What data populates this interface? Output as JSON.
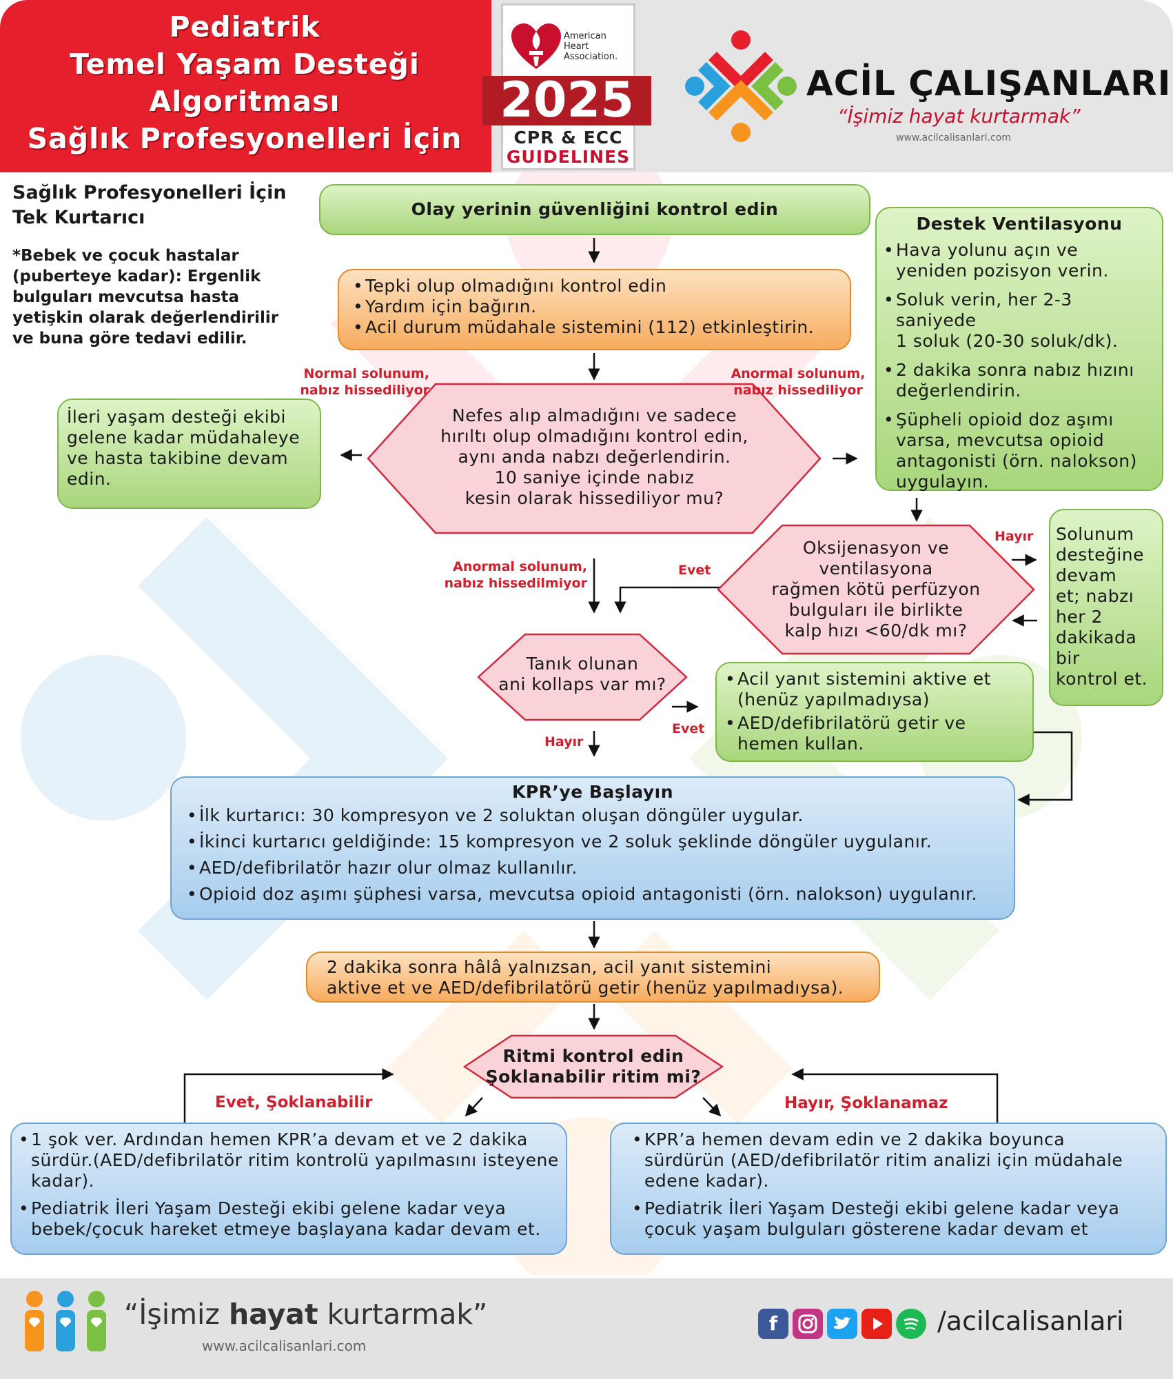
{
  "header": {
    "title_lines": [
      "Pediatrik",
      "Temel Yaşam Desteği",
      "Algoritması",
      "Sağlık Profesyonelleri İçin"
    ],
    "aha": {
      "org_lines": [
        "American",
        "Heart",
        "Association."
      ],
      "year": "2025",
      "sub1": "CPR & ECC",
      "sub2": "GUIDELINES"
    },
    "brand": {
      "name": "ACİL ÇALIŞANLARI",
      "slogan": "“İşimiz hayat kurtarmak”",
      "url": "www.acilcalisanlari.com"
    }
  },
  "intro": {
    "heading_lines": [
      "Sağlık Profesyonelleri İçin",
      "Tek Kurtarıcı"
    ],
    "note_lines": [
      "*Bebek ve çocuk hastalar",
      "(puberteye kadar): Ergenlik",
      "bulguları mevcutsa hasta",
      "yetişkin olarak değerlendirilir",
      "ve buna göre tedavi edilir."
    ]
  },
  "boxes": {
    "scene": "Olay yerinin güvenliğini kontrol edin",
    "response": [
      "Tepki olup olmadığını kontrol edin",
      "Yardım için bağırın.",
      "Acil durum müdahale sistemini (112) etkinleştirin."
    ],
    "breath_check_lines": [
      "Nefes alıp almadığını ve sadece",
      "hırıltı olup olmadığını kontrol edin,",
      "aynı anda nabzı değerlendirin.",
      "10 saniye içinde nabız",
      "kesin olarak hissediliyor mu?"
    ],
    "left_monitor_lines": [
      "İleri yaşam desteği ekibi",
      "gelene kadar müdahaleye",
      "ve hasta takibine devam",
      "edin."
    ],
    "support_ventilation": {
      "title": "Destek Ventilasyonu",
      "items": [
        [
          "Hava yolunu açın ve",
          "yeniden pozisyon verin."
        ],
        [
          "Soluk verin, her 2-3 saniyede",
          "1 soluk (20-30 soluk/dk)."
        ],
        [
          "2 dakika sonra nabız hızını",
          "değerlendirin."
        ],
        [
          "Şüpheli opioid doz aşımı",
          "varsa, mevcutsa opioid",
          "antagonisti (örn. nalokson)",
          "uygulayın."
        ]
      ]
    },
    "perfusion_check_lines": [
      "Oksijenasyon ve",
      "ventilasyona",
      "rağmen kötü perfüzyon",
      "bulguları ile birlikte",
      "kalp hızı <60/dk mı?"
    ],
    "continue_support_lines": [
      "Solunum",
      "desteğine",
      "devam",
      "et; nabzı",
      "her 2",
      "dakikada",
      "bir",
      "kontrol et."
    ],
    "collapse_check_lines": [
      "Tanık olunan",
      "ani kollaps var mı?"
    ],
    "activate_aed": [
      [
        "Acil yanıt sistemini aktive et",
        "(henüz yapılmadıysa)"
      ],
      [
        "AED/defibrilatörü getir ve",
        "hemen kullan."
      ]
    ],
    "cpr": {
      "title": "KPR’ye Başlayın",
      "items": [
        "İlk kurtarıcı: 30 kompresyon ve 2 soluktan oluşan döngüler uygular.",
        "İkinci kurtarıcı geldiğinde: 15 kompresyon ve 2 soluk şeklinde döngüler uygulanır.",
        "AED/defibrilatör hazır olur olmaz kullanılır.",
        "Opioid doz aşımı şüphesi varsa, mevcutsa opioid antagonisti (örn. nalokson) uygulanır."
      ]
    },
    "two_minutes_lines": [
      "2 dakika sonra hâlâ yalnızsan, acil yanıt sistemini",
      "aktive et ve AED/defibrilatörü getir (henüz yapılmadıysa)."
    ],
    "rhythm_check_lines": [
      "Ritmi kontrol edin",
      "Şoklanabilir ritim mi?"
    ],
    "shockable": [
      [
        "1 şok ver. Ardından hemen KPR’a devam et ve 2 dakika",
        "sürdür.(AED/defibrilatör ritim kontrolü yapılmasını isteyene",
        "kadar)."
      ],
      [
        "Pediatrik İleri Yaşam Desteği ekibi gelene kadar veya",
        "bebek/çocuk hareket etmeye başlayana kadar devam et."
      ]
    ],
    "non_shockable": [
      [
        "KPR’a hemen devam edin ve 2 dakika boyunca",
        "sürdürün (AED/defibrilatör ritim analizi için müdahale",
        "edene kadar)."
      ],
      [
        "Pediatrik İleri Yaşam Desteği ekibi gelene kadar veya",
        "çocuk yaşam bulguları gösterene kadar devam et"
      ]
    ]
  },
  "labels": {
    "normal_breathing": [
      "Normal solunum,",
      "nabız hissediliyor"
    ],
    "abnormal_pulse": [
      "Anormal solunum,",
      "nabız hissediliyor"
    ],
    "abnormal_no_pulse": [
      "Anormal solunum,",
      "nabız hissedilmiyor"
    ],
    "yes_perfusion": "Evet",
    "no_perfusion": "Hayır",
    "yes_collapse": "Evet",
    "no_collapse": "Hayır",
    "shockable": "Evet, Şoklanabilir",
    "non_shockable": "Hayır, Şoklanamaz"
  },
  "footer": {
    "slogan_pre": "“İşimiz ",
    "slogan_bold": "hayat",
    "slogan_post": " kurtarmak”",
    "url": "www.acilcalisanlari.com",
    "handle": "/acilcalisanlari",
    "social_icons": [
      "facebook-icon",
      "instagram-icon",
      "twitter-icon",
      "youtube-icon",
      "spotify-icon"
    ]
  },
  "colors": {
    "header_red": "#e61f2d",
    "label_red": "#d0202e",
    "diamond_fill": "#f9d3d8",
    "diamond_border": "#d4283c",
    "green_box": "#c4e6a0",
    "orange_box": "#fbc78d",
    "blue_box": "#c3def5"
  }
}
